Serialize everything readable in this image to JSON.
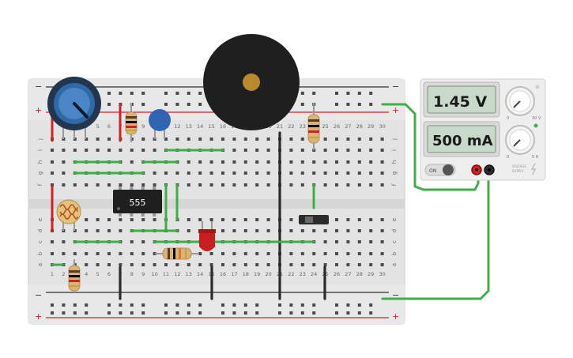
{
  "breadboard": {
    "column_numbers": [
      "1",
      "2",
      "3",
      "4",
      "5",
      "6",
      "7",
      "8",
      "9",
      "10",
      "11",
      "12",
      "13",
      "14",
      "15",
      "16",
      "17",
      "18",
      "19",
      "20",
      "21",
      "22",
      "23",
      "24",
      "25",
      "26",
      "27",
      "28",
      "29",
      "30"
    ],
    "row_letters_top": [
      "j",
      "i",
      "h",
      "g",
      "f"
    ],
    "row_letters_bottom": [
      "e",
      "d",
      "c",
      "b",
      "a"
    ],
    "rail_plus": "+",
    "rail_minus": "−"
  },
  "components": {
    "chip_label": "555"
  },
  "power_supply": {
    "voltage_display": "1.45 V",
    "current_display": "500 mA",
    "power_label": "ON",
    "voltage_knob_min": "0",
    "voltage_knob_max": "30 V",
    "current_knob_min": "0",
    "current_knob_max": "5 A",
    "brand_line_1": "VOLTAGE",
    "brand_line_2": "SUPPLY"
  },
  "colors": {
    "wire_green": "#3fae49",
    "wire_black": "#2b2b2b",
    "wire_red": "#d42020",
    "board": "#e6e6e6",
    "pot_blue": "#2f6aa8",
    "led_red": "#c81e1e"
  }
}
